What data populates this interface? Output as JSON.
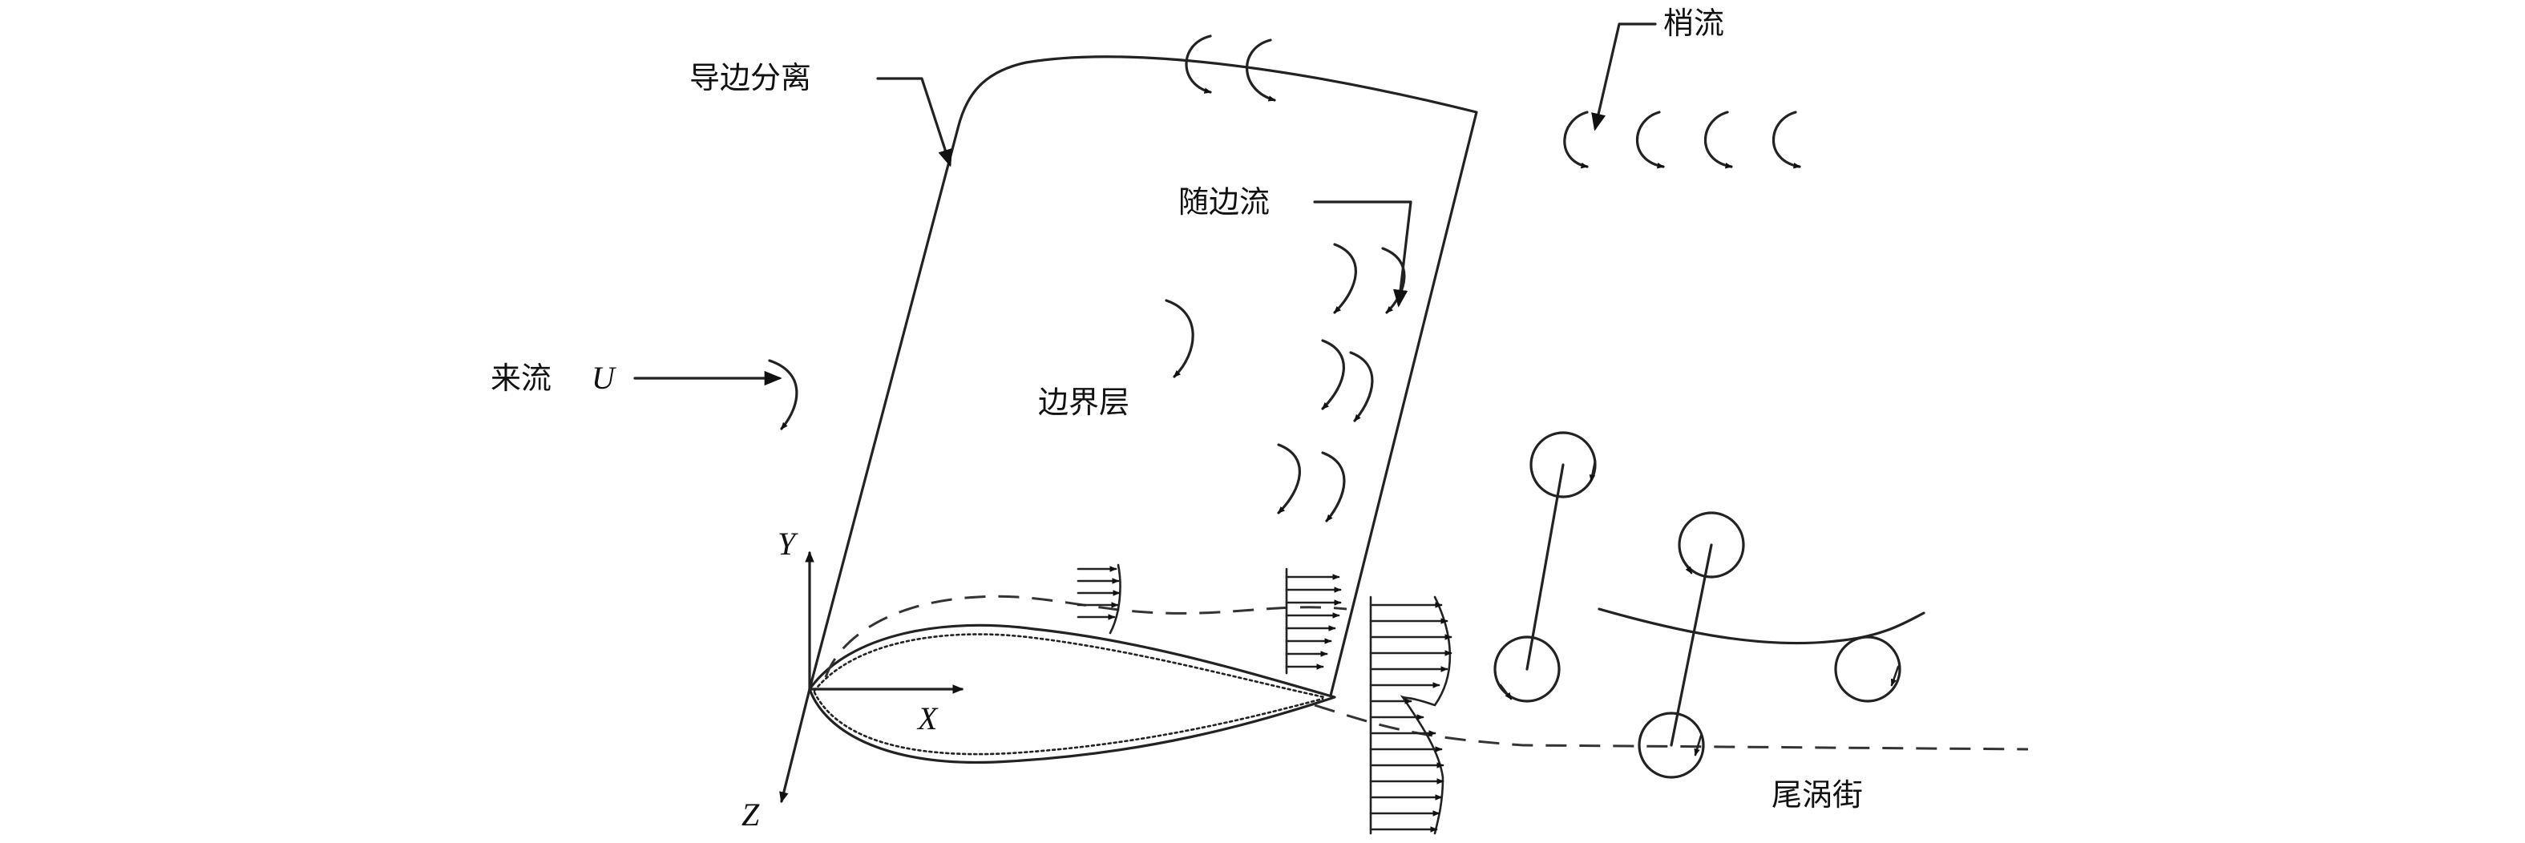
{
  "labels": {
    "leading_edge_separation": "导边分离",
    "tip_flow": "梢流",
    "trailing_edge_flow": "随边流",
    "incoming_flow": "来流",
    "incoming_flow_symbol": "U",
    "boundary_layer": "边界层",
    "wake_vortex_street": "尾涡街"
  },
  "axes": {
    "x": "X",
    "y": "Y",
    "z": "Z"
  },
  "colors": {
    "line": "#222222",
    "background": "#ffffff"
  }
}
